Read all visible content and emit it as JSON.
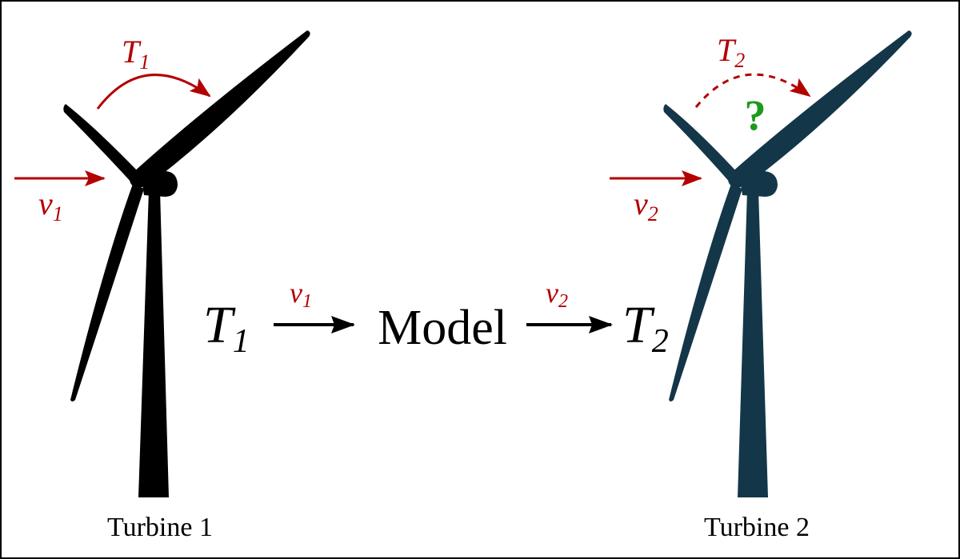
{
  "colors": {
    "turbine_1": "#000000",
    "turbine_2": "#133748",
    "arrows_red": "#b30000",
    "question_mark": "#1a9b1a",
    "flow_arrows": "#000000"
  },
  "turbine_1": {
    "caption": "Turbine 1",
    "torque_label": {
      "symbol": "T",
      "subscript": "1"
    },
    "wind_label": {
      "symbol": "v",
      "subscript": "1"
    }
  },
  "turbine_2": {
    "caption": "Turbine 2",
    "torque_label": {
      "symbol": "T",
      "subscript": "2"
    },
    "wind_label": {
      "symbol": "v",
      "subscript": "2"
    },
    "unknown_marker": "?"
  },
  "flow": {
    "input": {
      "symbol": "T",
      "subscript": "1"
    },
    "arrow_1_label": {
      "symbol": "v",
      "subscript": "1"
    },
    "model_label": "Model",
    "arrow_2_label": {
      "symbol": "v",
      "subscript": "2"
    },
    "output": {
      "symbol": "T",
      "subscript": "2"
    }
  }
}
